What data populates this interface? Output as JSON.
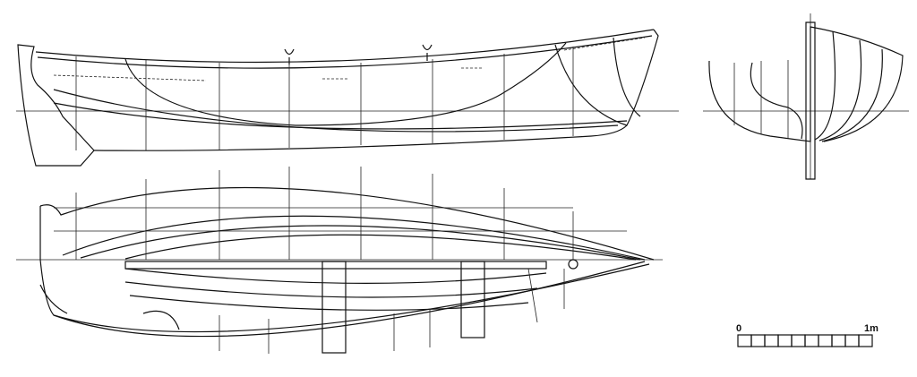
{
  "scale_bar": {
    "start_label": "0",
    "end_label": "1m",
    "divisions": 10
  },
  "colors": {
    "ink": "#111111",
    "paper": "#ffffff"
  }
}
